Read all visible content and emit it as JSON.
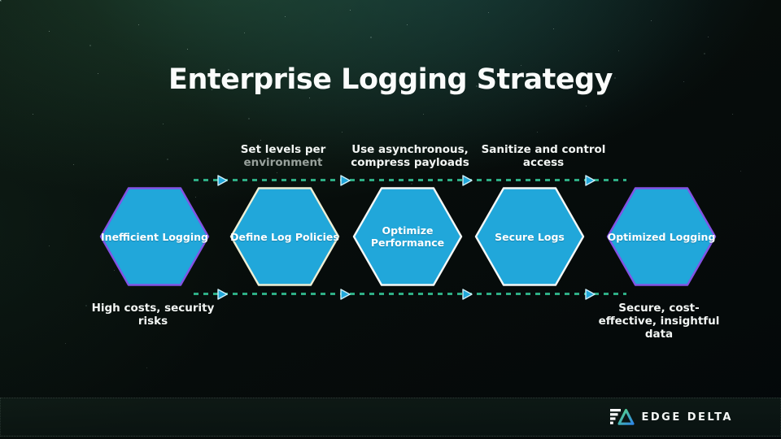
{
  "title": "Enterprise Logging Strategy",
  "diagram": {
    "steps": [
      {
        "label": "Inefficient Logging"
      },
      {
        "label": "Define Log Policies"
      },
      {
        "label": "Optimize Performance"
      },
      {
        "label": "Secure Logs"
      },
      {
        "label": "Optimized Logging"
      }
    ],
    "top_annotations": [
      {
        "line1": "Set levels per",
        "line2": "environment"
      },
      {
        "line1": "Use asynchronous,",
        "line2": "compress payloads"
      },
      {
        "line1": "Sanitize and control",
        "line2": "access"
      }
    ],
    "bottom_annotations": [
      {
        "line1": "High costs, security",
        "line2": "risks"
      },
      {
        "line1": "Secure, cost-",
        "line2": "effective, insightful",
        "line3": "data"
      }
    ]
  },
  "footer": {
    "brand": "EDGE DELTA"
  },
  "colors": {
    "hexagon_fill": "#21A7DA",
    "hexagon_border_accent_purple": "#8353E4",
    "hexagon_border_cream": "#EEEFD5",
    "hexagon_border_white": "#F4F8F7",
    "connector_dash_green": "#2EAE85",
    "muted_annotation_text": "#98A19C",
    "title_text": "#FAFCFB",
    "background": "#070D0B"
  }
}
